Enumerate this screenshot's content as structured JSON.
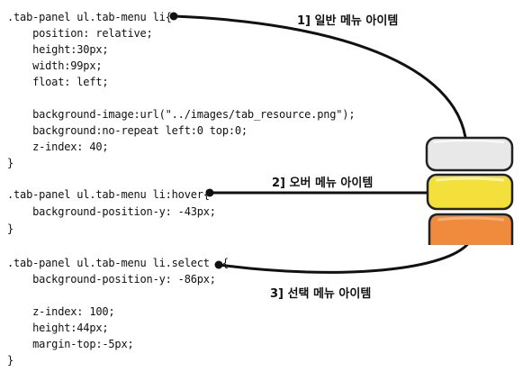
{
  "code": {
    "block1": [
      ".tab-panel ul.tab-menu li{",
      "    position: relative;",
      "    height:30px;",
      "    width:99px;",
      "    float: left;",
      "",
      "    background-image:url(\"../images/tab_resource.png\");",
      "    background:no-repeat left:0 top:0;",
      "    z-index: 40;",
      "}"
    ],
    "block2": [
      ".tab-panel ul.tab-menu li:hover{",
      "    background-position-y: -43px;",
      "}"
    ],
    "block3": [
      ".tab-panel ul.tab-menu li.select  {",
      "    background-position-y: -86px;",
      "",
      "    z-index: 100;",
      "    height:44px;",
      "    margin-top:-5px;",
      "}"
    ]
  },
  "labels": {
    "normal": "1] 일반 메뉴 아이템",
    "hover": "2] 오버 메뉴 아이템",
    "select": "3] 선택 메뉴 아이템"
  },
  "colors": {
    "normal_tab": "#e8e8e8",
    "hover_tab": "#f4e03a",
    "select_tab": "#f08a3c",
    "ink": "#111111"
  }
}
